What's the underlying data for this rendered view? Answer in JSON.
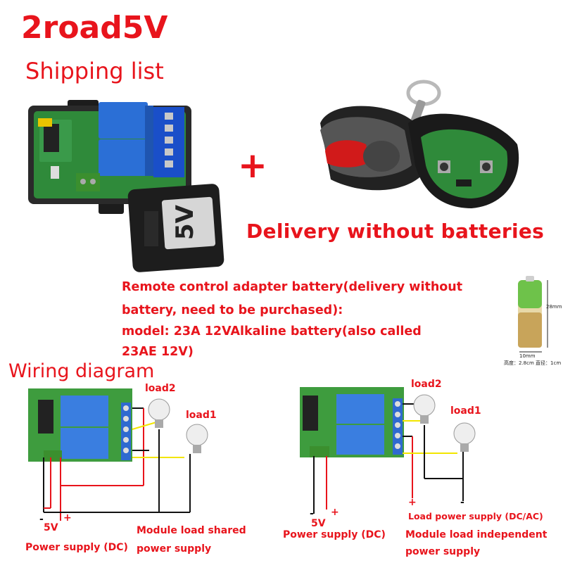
{
  "header": {
    "title": "2road5V",
    "subtitle": "Shipping list"
  },
  "shipping": {
    "plus": "+",
    "module_badge": "5V",
    "delivery_note": "Delivery without batteries"
  },
  "battery_note": {
    "line1": "Remote control adapter battery(delivery without",
    "line2": "battery, need to be purchased):",
    "line3": "model:  23A 12VAlkaline battery(also called",
    "line4": "23AE 12V)",
    "height_label": "28mm",
    "diameter_label": "10mm",
    "caption": "高度：2.8cm 直径：1cm"
  },
  "wiring": {
    "title": "Wiring diagram",
    "left": {
      "load2": "load2",
      "load1": "load1",
      "minus": "-",
      "plus": "+",
      "voltage": "5V",
      "power_supply": "Power supply (DC)",
      "shared_line1": "Module load shared",
      "shared_line2": "power supply"
    },
    "right": {
      "load2": "load2",
      "load1": "load1",
      "minus": "-",
      "plus": "+",
      "voltage": "5V",
      "power_supply": "Power supply (DC)",
      "load_minus": "-",
      "load_plus": "+",
      "load_power": "Load power supply (DC/AC)",
      "independent_line1": "Module load independent",
      "independent_line2": "power supply"
    }
  },
  "colors": {
    "accent_red": "#e8141c",
    "relay_blue": "#2b6fd6",
    "pcb_green": "#2f8a3a",
    "wire_yellow": "#f2e600",
    "wire_black": "#111111"
  }
}
